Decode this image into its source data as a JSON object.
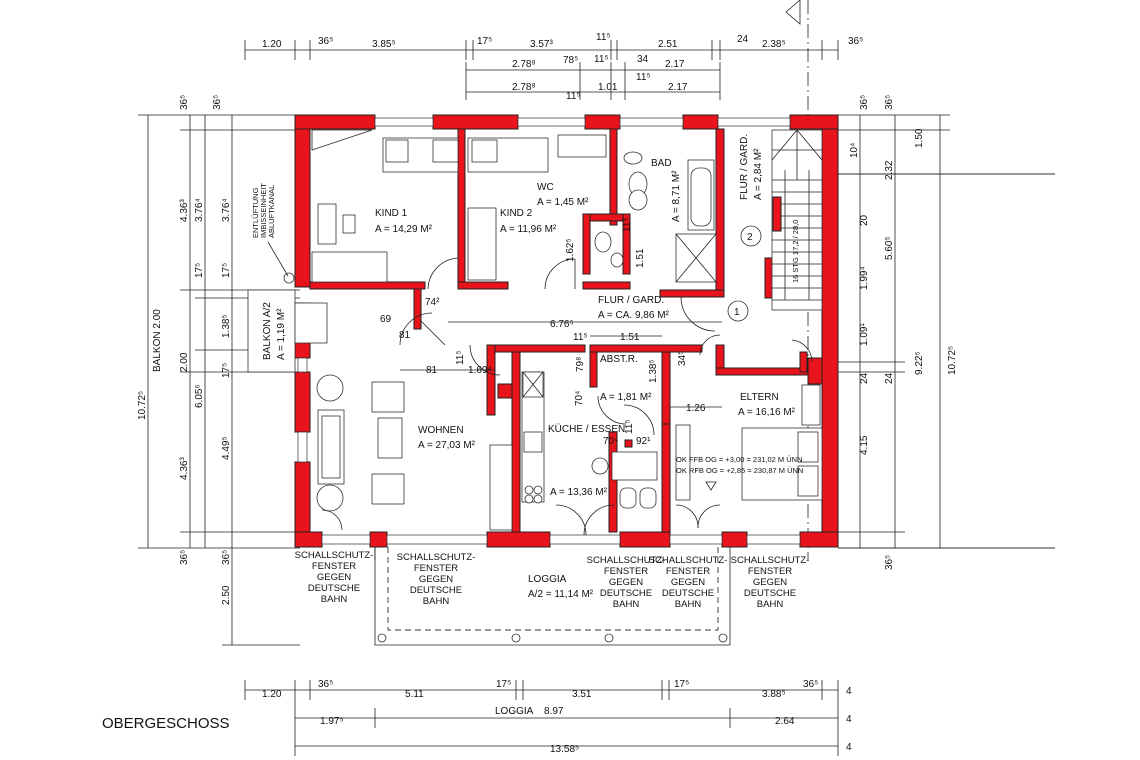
{
  "title": "OBERGESCHOSS",
  "rooms": {
    "kind1": {
      "name": "KIND 1",
      "area": "A = 14,29 M²"
    },
    "kind2": {
      "name": "KIND 2",
      "area": "A = 11,96 M²"
    },
    "wc": {
      "name": "WC",
      "area": "A = 1,45 M²"
    },
    "bad": {
      "name": "BAD",
      "area": "A = 8,71 M²"
    },
    "flur_gard_top": {
      "name": "FLUR / GARD.",
      "area": "A = 2,84 M²"
    },
    "flur_gard": {
      "name": "FLUR / GARD.",
      "area": "A = CA. 9,86 M²"
    },
    "abstr": {
      "name": "ABST.R.",
      "area": "A = 1,81 M²"
    },
    "eltern": {
      "name": "ELTERN",
      "area": "A = 16,16 M²"
    },
    "wohnen": {
      "name": "WOHNEN",
      "area": "A = 27,03 M²"
    },
    "kueche": {
      "name": "KÜCHE / ESSEN",
      "area": "A = 13,36 M²"
    },
    "loggia": {
      "name": "LOGGIA",
      "area": "A/2 = 11,14 M²"
    },
    "balkon": {
      "name": "BALKON A/2",
      "area": "A = 1,19 M²"
    }
  },
  "notes": {
    "vent": [
      "ENTLÜFTUNG",
      "IMBISSEINHEIT",
      "ABLUFTKANAL"
    ],
    "ok_ffb": "OK FFB OG = +3,00 = 231,02 M ÜNN",
    "ok_rfb": "OK RFB OG = +2,85 = 230,87 M ÜNN",
    "stair": "16 STG 17,2 / 28,0",
    "marker1": "1",
    "marker2": "2",
    "window_note": [
      "SCHALLSCHUTZ-",
      "FENSTER",
      "GEGEN",
      "DEUTSCHE",
      "BAHN"
    ],
    "balkon_height": "BALKON 2.00"
  },
  "dimensions": {
    "top_row1": [
      "1.20",
      "36⁵",
      "3.85⁵",
      "17⁵",
      "3.57³",
      "11⁵",
      "2.51",
      "24",
      "2.38⁵",
      "36⁵"
    ],
    "top_row2": [
      "2.78⁸",
      "78⁵",
      "11⁵",
      "34",
      "2.17"
    ],
    "top_row3": [
      "2.78⁸",
      "11⁵",
      "1.01",
      "11⁵",
      "2.17"
    ],
    "bottom_row1": [
      "1.20",
      "36⁵",
      "5.11",
      "17⁵",
      "3.51",
      "17⁵",
      "3.88⁵",
      "36⁵",
      "4"
    ],
    "bottom_row2": [
      "1.97⁵",
      "LOGGIA",
      "8.97",
      "2.64",
      "4"
    ],
    "bottom_row3": [
      "13.58⁵",
      "4"
    ],
    "left_outer": [
      "10.72⁵"
    ],
    "left_mid": [
      "36⁵",
      "4.36³",
      "2.00",
      "4.36³",
      "36⁵"
    ],
    "left_inner": [
      "36⁵",
      "3.76⁴",
      "17⁵",
      "1.38⁵",
      "17⁵",
      "6.05⁶"
    ],
    "left_inner2": [
      "3.76⁴",
      "17⁵",
      "4.49⁵",
      "36⁵",
      "2.50"
    ],
    "right_inner": [
      "36⁵",
      "10⁴",
      "20",
      "1.99⁴",
      "1.09¹",
      "24",
      "4.15"
    ],
    "right_mid": [
      "36⁵",
      "2.32",
      "5.60⁵",
      "24",
      "9.22⁵"
    ],
    "right_outer": [
      "1.50",
      "10.72⁵",
      "36⁵"
    ],
    "interior": [
      "74²",
      "69",
      "81",
      "6.76⁵",
      "11⁵",
      "1.51",
      "81",
      "1.69⁴",
      "11⁵",
      "79⁸",
      "34⁵",
      "1.38⁵",
      "70⁴",
      "1.26",
      "70⁴",
      "92¹",
      "11⁵",
      "1.62⁵",
      "1.51",
      "11⁵"
    ]
  }
}
